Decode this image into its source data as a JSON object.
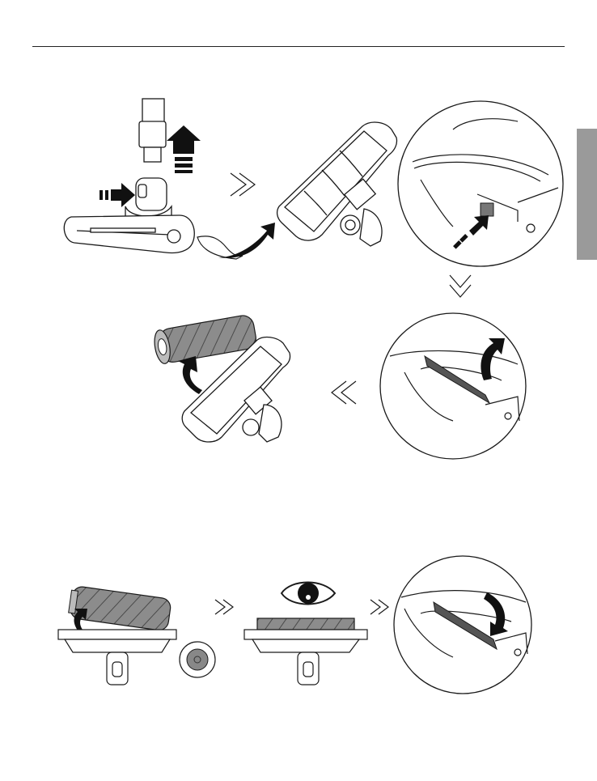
{
  "page": {
    "section_tab_color": "#9a9a9a",
    "ink_color": "#1a1a1a",
    "roller_color": "#8c8c8c"
  },
  "steps": [
    {
      "id": "detach-head",
      "icon": "floor-brush-detach-icon"
    },
    {
      "id": "open-cover",
      "icon": "brush-cover-release-icon"
    },
    {
      "id": "lift-latch",
      "icon": "latch-lift-icon"
    },
    {
      "id": "remove-roller",
      "icon": "roller-remove-icon"
    },
    {
      "id": "insert-roller",
      "icon": "roller-insert-icon"
    },
    {
      "id": "check-roller",
      "icon": "eye-check-icon"
    },
    {
      "id": "close-latch",
      "icon": "latch-close-icon"
    }
  ]
}
